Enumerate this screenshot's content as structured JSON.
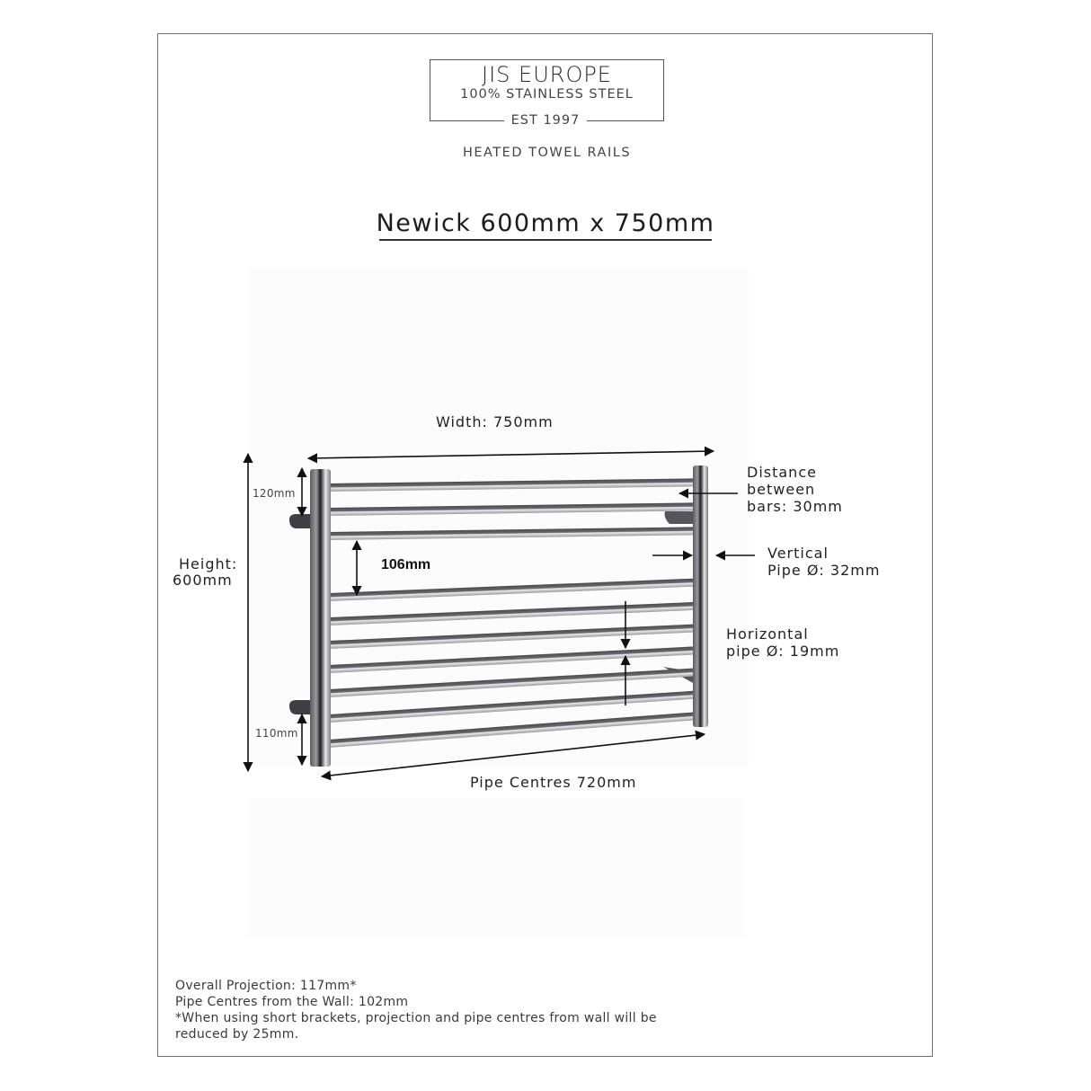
{
  "brand": {
    "name": "JIS EUROPE",
    "subtitle": "100% STAINLESS STEEL",
    "established": "EST 1997",
    "tagline": "HEATED TOWEL RAILS"
  },
  "product": {
    "title": "Newick 600mm x 750mm"
  },
  "dimensions": {
    "width_label": "Width: 750mm",
    "height_label_line1": "Height:",
    "height_label_line2": "600mm",
    "top_offset": "120mm",
    "bottom_offset": "110mm",
    "gap_label": "106mm",
    "bar_distance_line1": "Distance",
    "bar_distance_line2": "between",
    "bar_distance_line3": "bars: 30mm",
    "vertical_pipe_line1": "Vertical",
    "vertical_pipe_line2": "Pipe Ø: 32mm",
    "horizontal_pipe_line1": "Horizontal",
    "horizontal_pipe_line2": "pipe Ø: 19mm",
    "pipe_centres": "Pipe Centres 720mm"
  },
  "rail": {
    "bar_count": 10,
    "color_dark": "#4a4a4e",
    "color_light": "#d8d8da"
  },
  "notes": {
    "projection": "Overall Projection: 117mm*",
    "pipe_centres_wall": "Pipe Centres from the Wall: 102mm",
    "footnote_line1": "*When using short brackets, projection and pipe centres from wall will be",
    "footnote_line2": "reduced by 25mm."
  }
}
